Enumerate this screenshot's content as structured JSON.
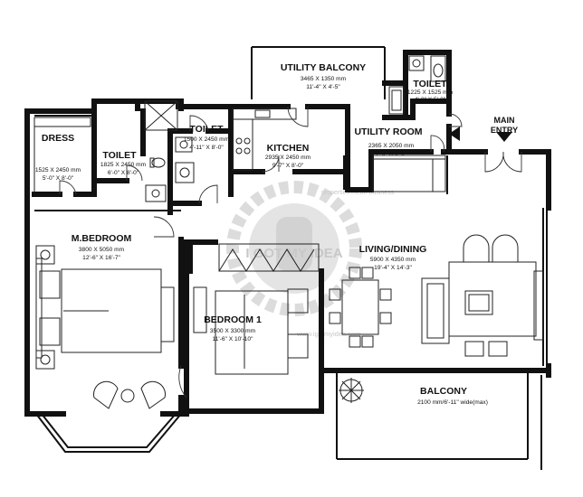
{
  "rooms": {
    "utility_balcony": {
      "name": "UTILITY BALCONY",
      "dim_mm": "3465 X 1350 mm",
      "dim_ft": "11'-4\" X 4'-5\""
    },
    "toilet_right": {
      "name": "TOILET",
      "dim_mm": "1225 X 1525 mm",
      "dim_ft": "4'-0\" X 5'-0\""
    },
    "toilet_mid": {
      "name": "TOILET",
      "dim_mm": "1500 X 2450 mm",
      "dim_ft": "4'-11\" X 8'-0\""
    },
    "utility_room": {
      "name": "UTILITY ROOM",
      "dim_mm": "2365 X 2050 mm",
      "dim_ft": "7'-9\" X 6'-9\""
    },
    "kitchen": {
      "name": "KITCHEN",
      "dim_mm": "2935 X 2450 mm",
      "dim_ft": "9'-7\" X 8'-0\""
    },
    "dress": {
      "name": "DRESS",
      "dim_mm": "1525 X 2450 mm",
      "dim_ft": "5'-0\" X 8'-0\""
    },
    "toilet_left": {
      "name": "TOILET",
      "dim_mm": "1825 X 2450 mm",
      "dim_ft": "6'-0\" X 8'-0\""
    },
    "master_bedroom": {
      "name": "M.BEDROOM",
      "dim_mm": "3800 X 5050 mm",
      "dim_ft": "12'-6\" X 16'-7\""
    },
    "living_dining": {
      "name": "LIVING/DINING",
      "dim_mm": "5900 X 4350 mm",
      "dim_ft": "19'-4\" X 14'-3\""
    },
    "bedroom1": {
      "name": "BEDROOM 1",
      "dim_mm": "3500 X 3300 mm",
      "dim_ft": "11'-6\" X 10'-10\""
    },
    "balcony": {
      "name": "BALCONY",
      "dim_text": "2100 mm/6'-11\" wide(max)"
    }
  },
  "main_entry": {
    "line1": "MAIN",
    "line2": "ENTRY"
  },
  "watermark": {
    "logo_text": "I GOT MY IDEA",
    "arc_text": "properties mean business",
    "url": "www.igotmyidea.com"
  },
  "colors": {
    "wall": "#111111",
    "line": "#222222",
    "watermark": "#c8c8c8",
    "background": "#ffffff"
  }
}
